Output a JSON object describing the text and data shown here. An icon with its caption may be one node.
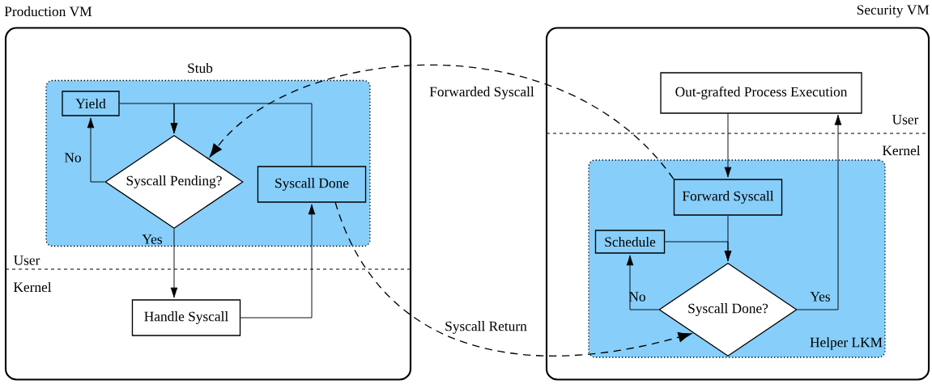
{
  "diagram": {
    "nodes": [
      {
        "text": [
          "Production VM"
        ]
      },
      {
        "text": [
          "Stub"
        ],
        "in": 0
      },
      {
        "text": [
          "Yield"
        ],
        "in": 1
      },
      {
        "text": [
          "Syscall Pending?"
        ],
        "in": 1
      },
      {
        "text": [
          "Syscall Done"
        ],
        "in": 1
      },
      {
        "text": [
          "Handle Syscall"
        ],
        "in": 0
      },
      {
        "text": [
          "Security VM"
        ]
      },
      {
        "text": [
          "Out-grafted Process Execution"
        ],
        "in": 6
      },
      {
        "text": [
          "Helper LKM"
        ],
        "in": 6
      },
      {
        "text": [
          "Forward Syscall"
        ],
        "in": 8
      },
      {
        "text": [
          "Schedule"
        ],
        "in": 8
      },
      {
        "text": [
          "Syscall Done?"
        ],
        "in": 8
      }
    ],
    "edges": [
      {
        "from": 2,
        "to": 3,
        "arrow": "to"
      },
      {
        "from": 4,
        "to": 3,
        "arrow": "to"
      },
      {
        "from": 3,
        "to": 2,
        "arrow": "to",
        "label": "No"
      },
      {
        "from": 3,
        "to": 5,
        "arrow": "to",
        "label": "Yes"
      },
      {
        "from": 5,
        "to": 4,
        "arrow": "to"
      },
      {
        "from": 7,
        "to": 9,
        "arrow": "to"
      },
      {
        "from": 9,
        "to": 11,
        "arrow": "to"
      },
      {
        "from": 10,
        "to": 11,
        "arrow": "to"
      },
      {
        "from": 11,
        "to": 10,
        "arrow": "to",
        "label": "No"
      },
      {
        "from": 11,
        "to": 7,
        "arrow": "to",
        "label": "Yes"
      },
      {
        "from": 9,
        "to": 3,
        "arrow": "to",
        "label": "Forwarded Syscall",
        "style": "dashed"
      },
      {
        "from": 4,
        "to": 11,
        "arrow": "to",
        "label": "Syscall Return",
        "style": "dashed"
      }
    ],
    "labels": [
      "User",
      "Kernel",
      "User",
      "Kernel"
    ]
  }
}
